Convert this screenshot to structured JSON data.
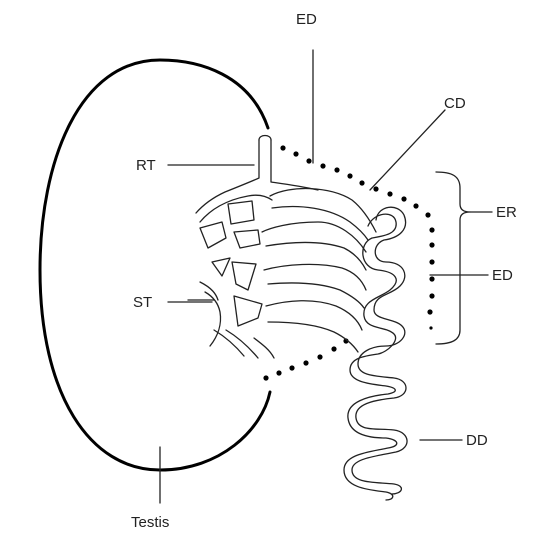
{
  "labels": {
    "ed_top": "ED",
    "cd": "CD",
    "rt": "RT",
    "er": "ER",
    "ed_right": "ED",
    "st": "ST",
    "dd": "DD",
    "testis": "Testis"
  }
}
